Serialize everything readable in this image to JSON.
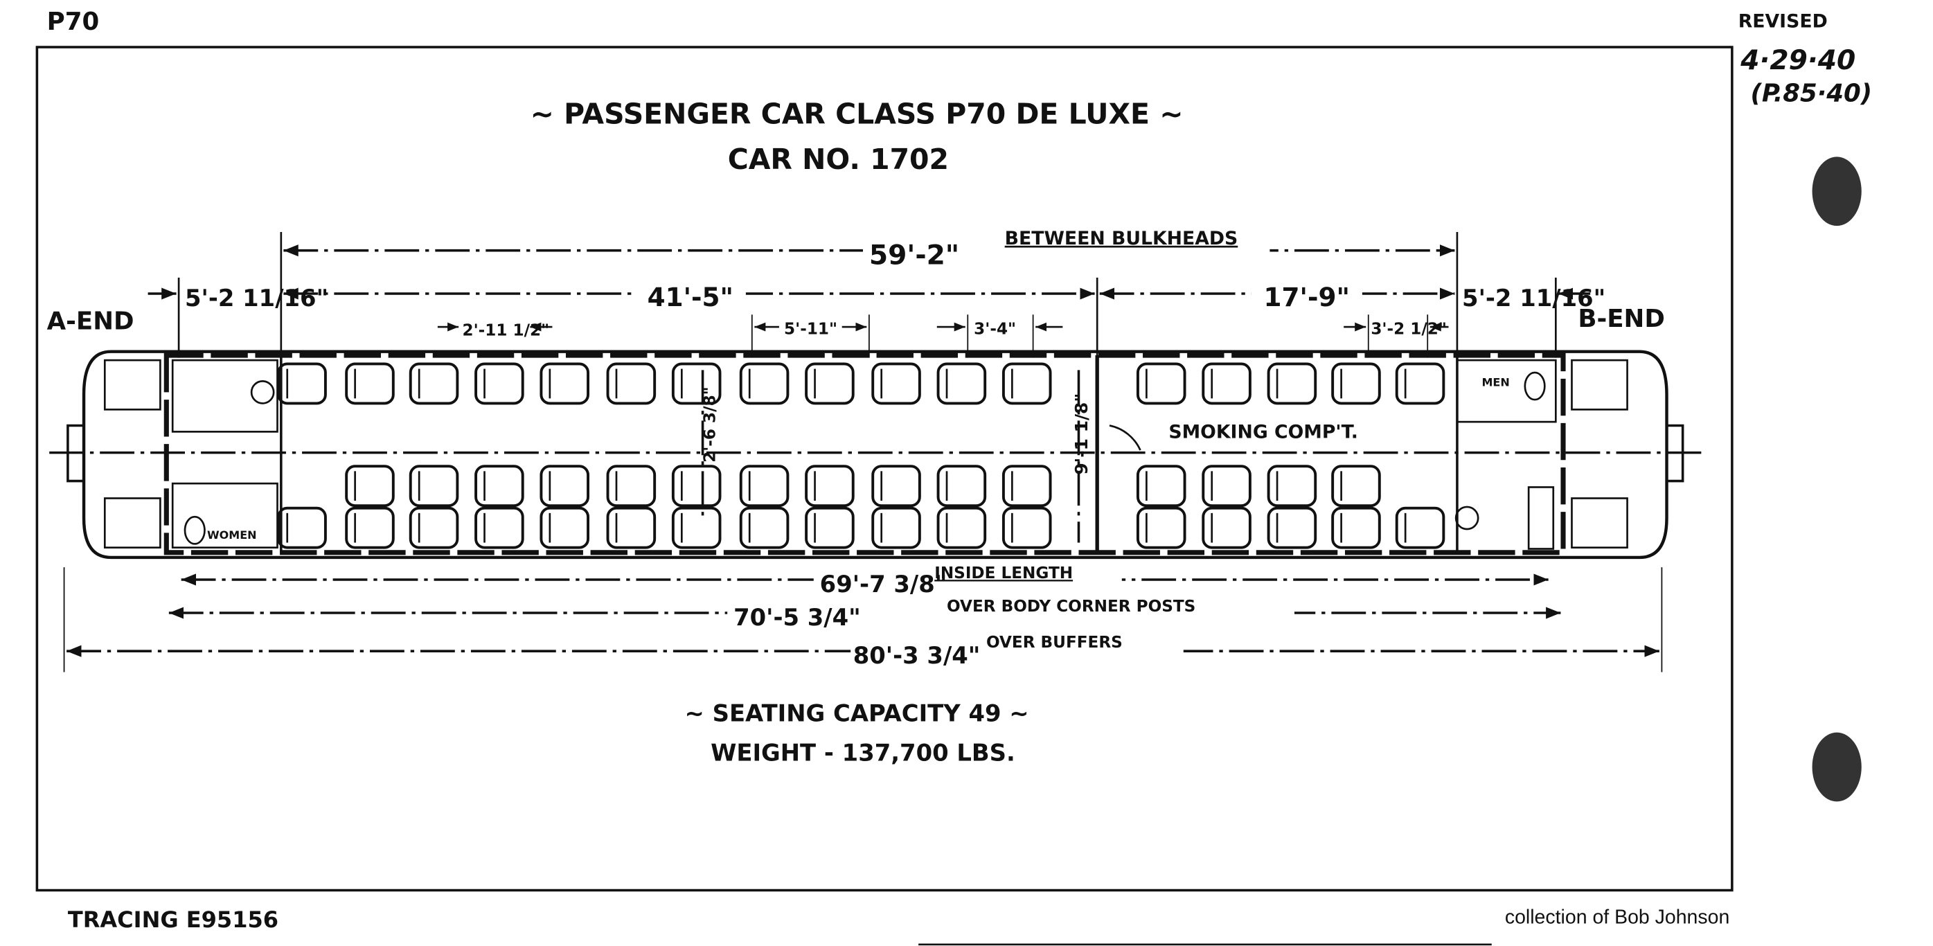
{
  "corner": {
    "code": "P70",
    "revised_label": "REVISED",
    "revised_date": "4·29·40",
    "revised_ref": "(P.85·40)"
  },
  "title": {
    "line1": "~ PASSENGER CAR CLASS P70 DE LUXE ~",
    "line2": "CAR NO. 1702"
  },
  "ends": {
    "a": "A-END",
    "b": "B-END"
  },
  "dimensions": {
    "between_bulkheads_value": "59'-2\"",
    "between_bulkheads_label": "BETWEEN BULKHEADS",
    "a_end_vestibule": "5'-2 11/16\"",
    "main_section": "41'-5\"",
    "smoking_section": "17'-9\"",
    "b_end_vestibule": "5'-2 11/16\"",
    "seat_pitch_a": "2'-11 1/2\"",
    "seat_pitch_b": "5'-11\"",
    "seat_pitch_c": "3'-4\"",
    "seat_pitch_d": "3'-2 1/2\"",
    "aisle_offset": "2'-6 3/8\"",
    "inside_width": "9'-1 1/8\"",
    "inside_length_value": "69'-7 3/8\"",
    "inside_length_label": "INSIDE LENGTH",
    "body_posts_value": "70'-5 3/4\"",
    "body_posts_label": "OVER BODY CORNER POSTS",
    "buffers_value": "80'-3 3/4\"",
    "buffers_label": "OVER BUFFERS"
  },
  "rooms": {
    "smoking": "SMOKING COMP'T.",
    "men": "MEN",
    "women": "WOMEN"
  },
  "summary": {
    "seating": "~ SEATING CAPACITY 49 ~",
    "weight": "WEIGHT - 137,700 LBS."
  },
  "footer": {
    "tracing": "TRACING E95156",
    "credit": "collection of Bob Johnson"
  }
}
